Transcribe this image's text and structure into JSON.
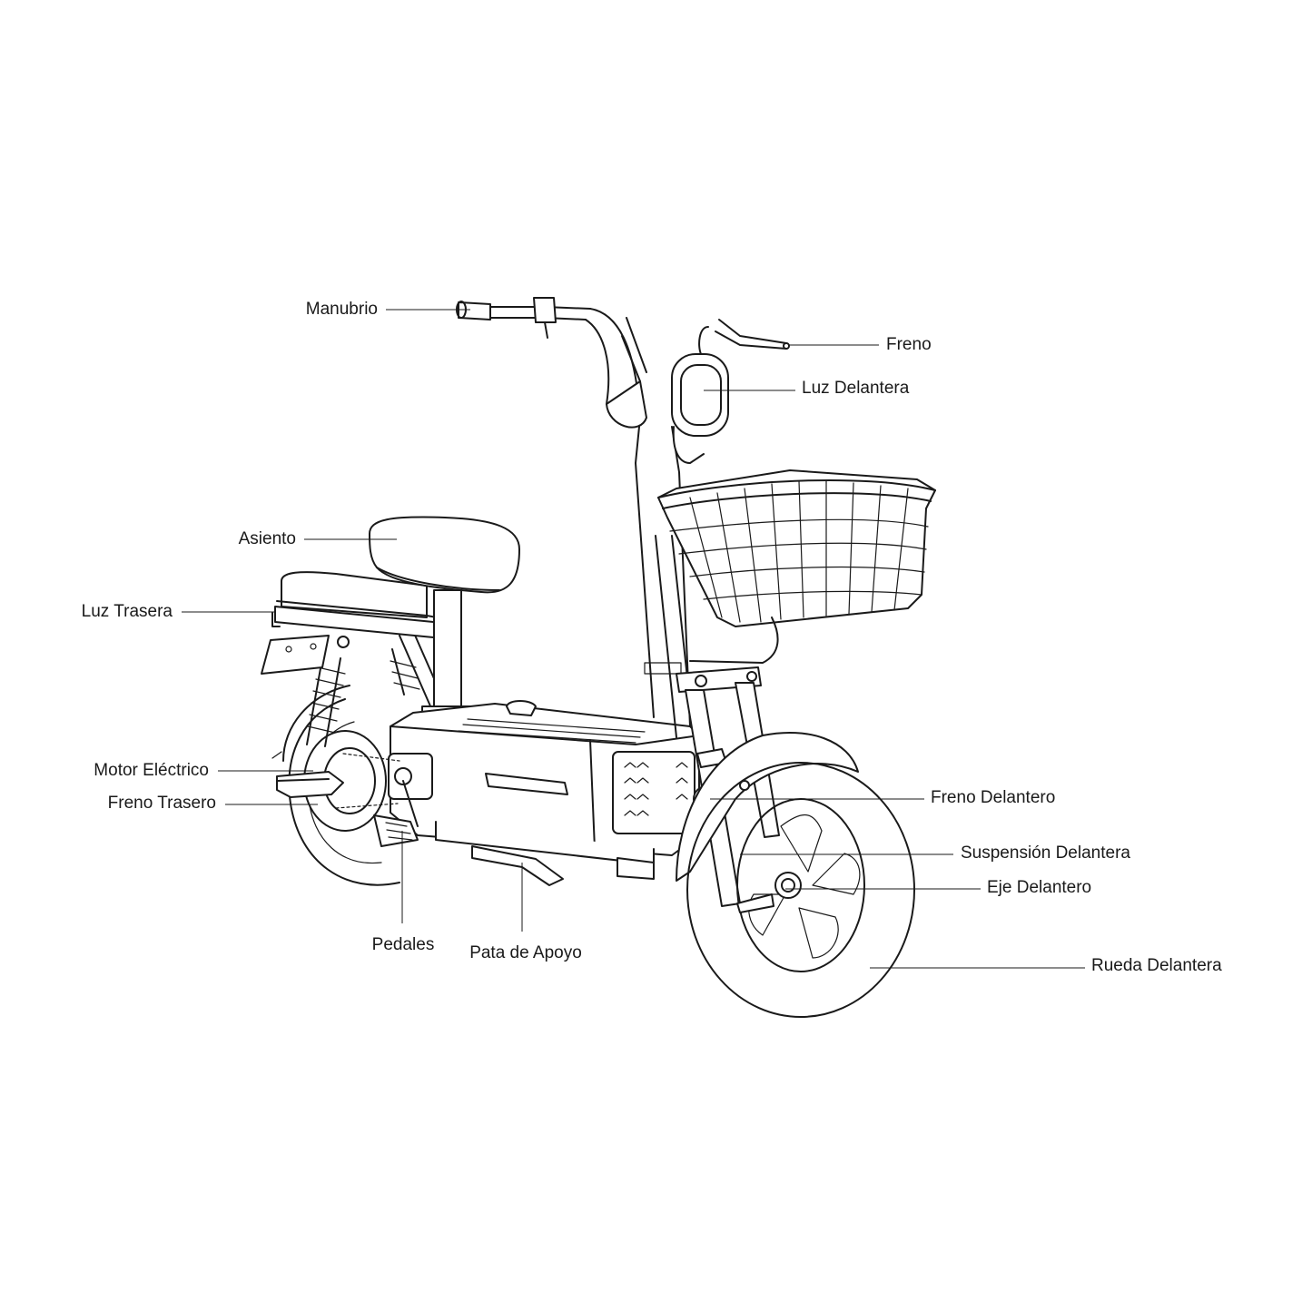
{
  "labels": {
    "manubrio": "Manubrio",
    "freno": "Freno",
    "luz_delantera": "Luz Delantera",
    "asiento": "Asiento",
    "luz_trasera": "Luz Trasera",
    "motor_electrico": "Motor Eléctrico",
    "freno_trasero": "Freno Trasero",
    "freno_delantero": "Freno Delantero",
    "suspension_delantera": "Suspensión Delantera",
    "eje_delantero": "Eje Delantero",
    "rueda_delantera": "Rueda Delantera",
    "pedales": "Pedales",
    "pata_de_apoyo": "Pata de Apoyo"
  },
  "colors": {
    "ink": "#1a1a1a",
    "background": "#ffffff"
  }
}
